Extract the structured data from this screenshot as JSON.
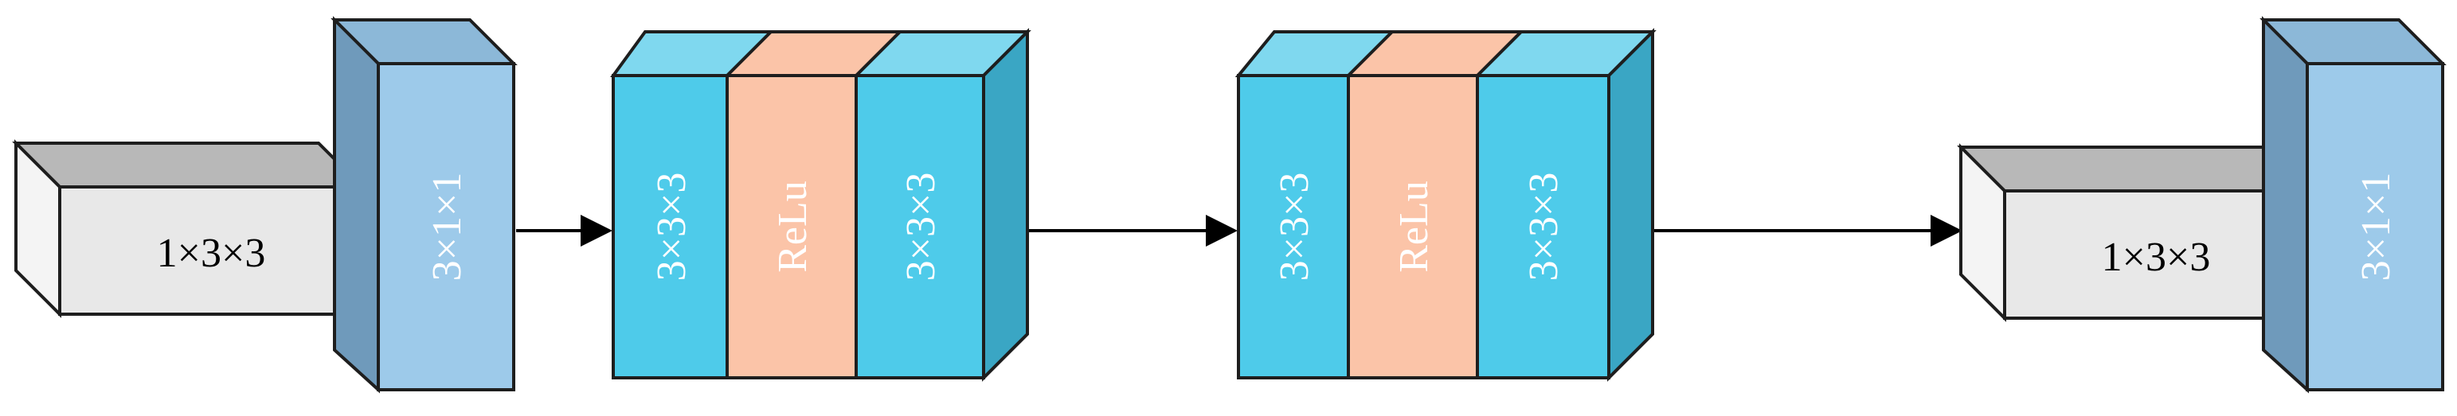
{
  "blocks": {
    "left_pair": {
      "box_label": "1×3×3",
      "slab_label": "3×1×1"
    },
    "res_block_1": {
      "layers": [
        "3×3×3",
        "ReLu",
        "3×3×3"
      ]
    },
    "res_block_2": {
      "layers": [
        "3×3×3",
        "ReLu",
        "3×3×3"
      ]
    },
    "right_pair": {
      "box_label": "1×3×3",
      "slab_label": "3×1×1"
    }
  },
  "colors": {
    "gray_face": "#e8e8e8",
    "gray_top": "#b8b8b8",
    "gray_side": "#f4f4f4",
    "slab_front": "#9dcaea",
    "slab_top": "#8cb8d8",
    "slab_side": "#6f9abb",
    "conv_front": "#4ecbea",
    "conv_top": "#7fd8ef",
    "relu_front": "#fbc4a8",
    "relu_top": "#fbc4a8",
    "block_side": "#3aa6c4",
    "arrow": "#000000"
  }
}
